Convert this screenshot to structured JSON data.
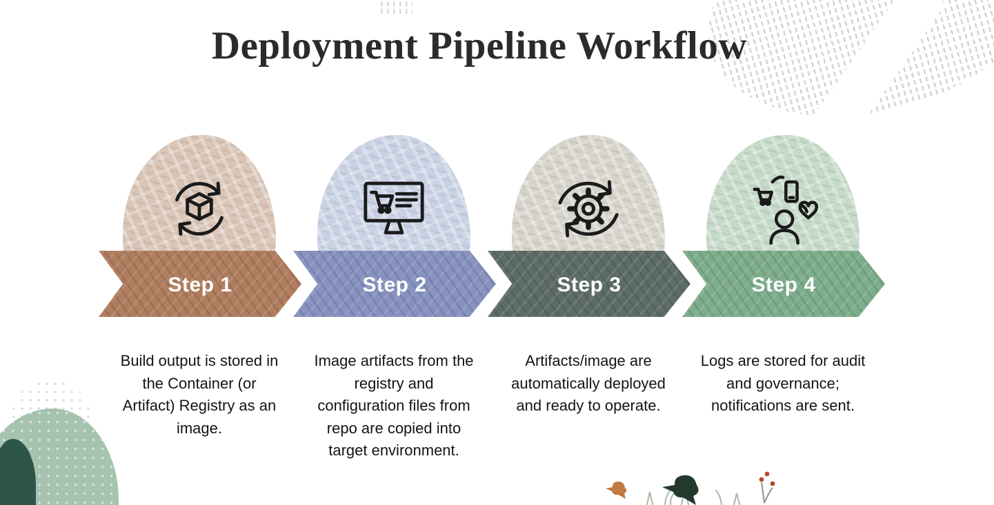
{
  "page": {
    "title": "Deployment Pipeline Workflow"
  },
  "steps": [
    {
      "label": "Step 1",
      "description": "Build output is stored in the Container (or Artifact) Registry as an image.",
      "icon": "sync-cube-icon",
      "blob_color": "#d9c4b5",
      "ribbon_color": "#b07d5f"
    },
    {
      "label": "Step 2",
      "description": "Image artifacts from the registry and configuration files from repo are copied into target environment.",
      "icon": "monitor-cart-icon",
      "blob_color": "#c9d2e4",
      "ribbon_color": "#8792c0"
    },
    {
      "label": "Step 3",
      "description": "Artifacts/image are automatically deployed and ready to operate.",
      "icon": "gear-sync-icon",
      "blob_color": "#d6d4ca",
      "ribbon_color": "#5d6c66"
    },
    {
      "label": "Step 4",
      "description": "Logs are stored for audit and governance; notifications are sent.",
      "icon": "customer-care-icon",
      "blob_color": "#c5dac8",
      "ribbon_color": "#7ead8b"
    }
  ],
  "decorations": {
    "top_right_texture": "dashed-pattern",
    "top_center_texture": "dashed-pattern",
    "bottom_left_shapes": [
      "dotted-rings",
      "green-hill",
      "dark-green-bush"
    ],
    "bottom_center_shapes": [
      "orange-bird",
      "dark-bird",
      "red-berries",
      "grass-and-pines"
    ],
    "colors": {
      "hill": "#a5c3ae",
      "bush": "#2c5547",
      "dark_bird": "#22392c",
      "orange_bird": "#c07a43",
      "berries": "#b5492c",
      "dash": "#d4d4d4",
      "icon_stroke": "#1b1b1b"
    }
  }
}
